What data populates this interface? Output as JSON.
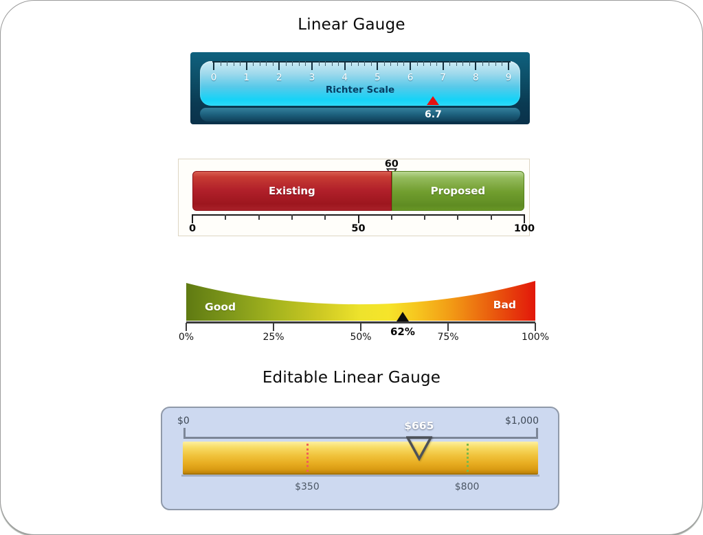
{
  "page": {
    "title1": "Linear Gauge",
    "title2": "Editable Linear Gauge"
  },
  "richter": {
    "label": "Richter Scale",
    "ticks": [
      "0",
      "1",
      "2",
      "3",
      "4",
      "5",
      "6",
      "7",
      "8",
      "9"
    ],
    "min": 0,
    "max": 9,
    "value": 6.7,
    "value_label": "6.7",
    "pointer_color": "#e41212"
  },
  "comparison": {
    "marker_value": 60,
    "marker_label": "60",
    "min": 0,
    "max": 100,
    "minor_step": 10,
    "segments": [
      {
        "label": "Existing",
        "from": 0,
        "to": 60,
        "color": "#b1202a"
      },
      {
        "label": "Proposed",
        "from": 60,
        "to": 100,
        "color": "#719e2f"
      }
    ],
    "axis_ticks": [
      {
        "label": "0",
        "value": 0
      },
      {
        "label": "50",
        "value": 50
      },
      {
        "label": "100",
        "value": 100
      }
    ]
  },
  "goodbad": {
    "left_label": "Good",
    "right_label": "Bad",
    "min": 0,
    "max": 100,
    "marker_value": 62,
    "marker_label": "62%",
    "gradient": [
      "#5f7a12",
      "#a3b31e",
      "#eee32c",
      "#f29a15",
      "#e2170a"
    ],
    "axis_ticks": [
      {
        "label": "0%",
        "value": 0
      },
      {
        "label": "25%",
        "value": 25
      },
      {
        "label": "50%",
        "value": 50
      },
      {
        "label": "75%",
        "value": 75
      },
      {
        "label": "100%",
        "value": 100
      }
    ]
  },
  "editable": {
    "min": 0,
    "max": 1000,
    "min_label": "$0",
    "max_label": "$1,000",
    "value": 665,
    "value_label": "$665",
    "markers": [
      {
        "label": "$350",
        "value": 350,
        "color": "#ef6057"
      },
      {
        "label": "$800",
        "value": 800,
        "color": "#7cb84a"
      }
    ]
  },
  "chart_data": [
    {
      "type": "linear-gauge",
      "title": "Richter Scale",
      "min": 0,
      "max": 9,
      "tick_labels": [
        0,
        1,
        2,
        3,
        4,
        5,
        6,
        7,
        8,
        9
      ],
      "value": 6.7,
      "pointer": "red triangle",
      "value_readout": "6.7"
    },
    {
      "type": "linear-gauge",
      "min": 0,
      "max": 100,
      "marker_value": 60,
      "series": [
        {
          "name": "Existing",
          "from": 0,
          "to": 60,
          "color": "#b1202a"
        },
        {
          "name": "Proposed",
          "from": 60,
          "to": 100,
          "color": "#719e2f"
        }
      ],
      "axis_ticks": [
        0,
        50,
        100
      ]
    },
    {
      "type": "linear-gauge",
      "min": 0,
      "max": 100,
      "value": 62,
      "value_label": "62%",
      "zones": [
        {
          "label": "Good",
          "side": "left"
        },
        {
          "label": "Bad",
          "side": "right"
        }
      ],
      "axis_ticks": [
        "0%",
        "25%",
        "50%",
        "75%",
        "100%"
      ]
    },
    {
      "type": "editable-linear-gauge",
      "min": 0,
      "max": 1000,
      "value": 665,
      "value_label": "$665",
      "range_labels": [
        "$0",
        "$1,000"
      ],
      "markers": [
        {
          "label": "$350",
          "value": 350,
          "color": "red"
        },
        {
          "label": "$800",
          "value": 800,
          "color": "green"
        }
      ]
    }
  ]
}
